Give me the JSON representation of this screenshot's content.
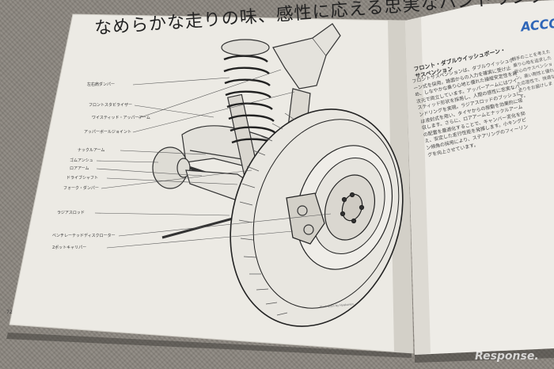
{
  "headline": "なめらかな走りの味、感性に応える忠実なハンドリングを実現。",
  "brand": "ACCO",
  "subheading": "フロント・ダブルウイッシュボーン・サスペンション",
  "labels": [
    "左右肩ダンパー",
    "フロントスタビライザー",
    "ワイスティッド・アッパーアーム",
    "アッパーボールジョイント",
    "ナックルアーム",
    "ゴムアンシュ",
    "ロアアーム",
    "ドライブシャフト",
    "フォーク・ダンパー",
    "ラジアスロッド",
    "ベンチレーテッドディスクローター",
    "2ポットキャリパー"
  ],
  "page_number": "72",
  "body_text": "フロントサスペンションは、ダブルウイッシュボーン式を採用。路面からの入力を確実に受け止め、しなやかな乗り心地と優れた操縦安定性を高次元で両立しています。アッパーアームにはワイスティッド形状を採用し、人間の感性に忠実なハンドリングを実現。ラジアスロッドのブッシュには液封式を用い、タイヤからの振動を効果的に吸収します。さらに、ロアアームとナックルアームの配置を最適化することで、キャンバー変化を抑え、安定した走行性能を発揮します。小キングピン傾角の採用により、ステアリングのフィーリングを向上させています。",
  "side_text": "相手のことを考えた乗り心地を追求した安心のサスペンション。高い剛性と優れた応答性で、快適な走りをお届けします。",
  "credit": "Illustration by Hyakunen",
  "watermark": "Response."
}
